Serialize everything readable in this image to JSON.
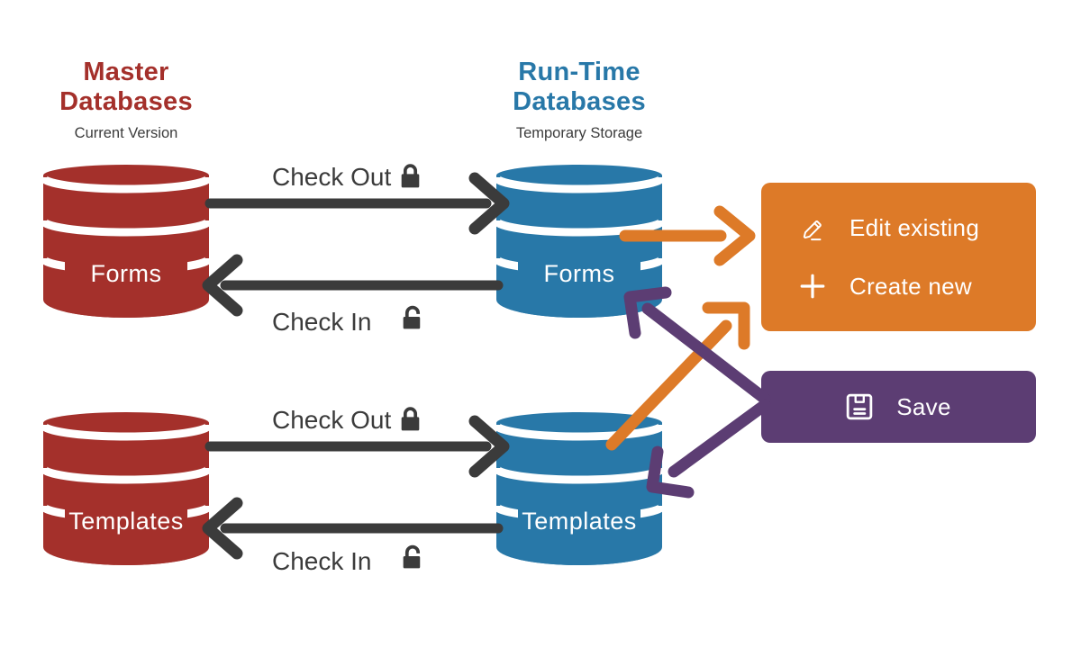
{
  "columns": {
    "master": {
      "title": "Master Databases",
      "subtitle": "Current Version"
    },
    "runtime": {
      "title": "Run-Time Databases",
      "subtitle": "Temporary Storage"
    }
  },
  "cylinders": {
    "master_forms": {
      "label": "Forms"
    },
    "runtime_forms": {
      "label": "Forms"
    },
    "master_templates": {
      "label": "Templates"
    },
    "runtime_templates": {
      "label": "Templates"
    }
  },
  "flows": {
    "forms_check_out": {
      "label": "Check Out",
      "lock_icon": "lock-closed-icon"
    },
    "forms_check_in": {
      "label": "Check In",
      "lock_icon": "lock-open-icon"
    },
    "templates_check_out": {
      "label": "Check Out",
      "lock_icon": "lock-closed-icon"
    },
    "templates_check_in": {
      "label": "Check In",
      "lock_icon": "lock-open-icon"
    }
  },
  "actions": {
    "edit_existing": {
      "label": "Edit existing",
      "icon": "pencil-icon"
    },
    "create_new": {
      "label": "Create new",
      "icon": "plus-icon"
    },
    "save": {
      "label": "Save",
      "icon": "save-icon"
    }
  },
  "colors": {
    "master_red": "#A4302B",
    "runtime_blue": "#2878A8",
    "action_orange": "#DD7A28",
    "save_purple": "#5C3D73",
    "arrow_dark": "#3B3B3B",
    "text_dark": "#3B3B3B",
    "background": "#FFFFFF"
  }
}
